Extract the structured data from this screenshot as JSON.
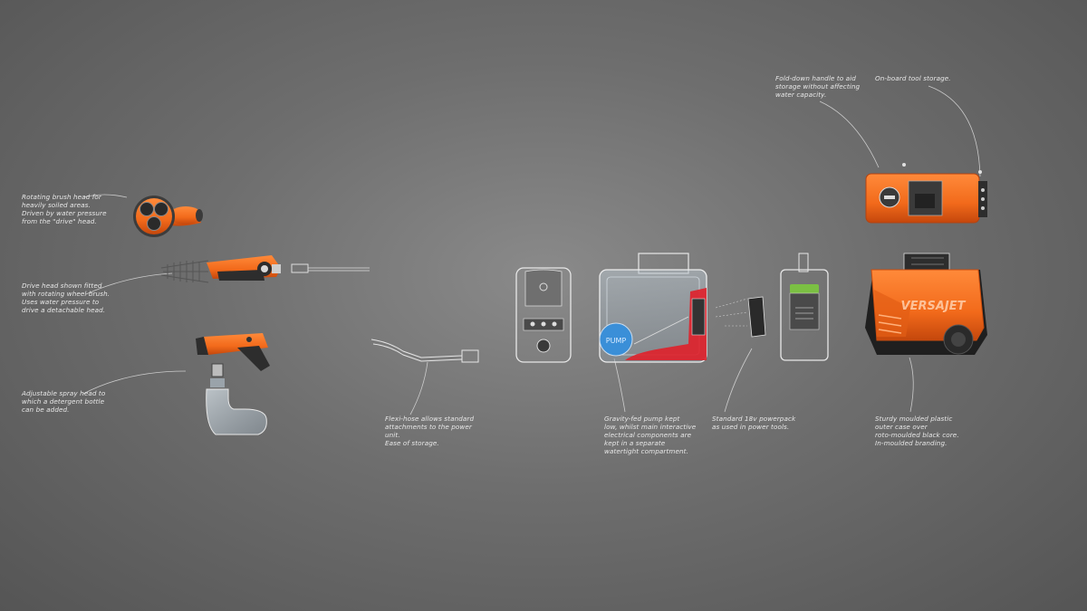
{
  "annotations": {
    "brush_head": "Rotating brush head for\nheavily soiled areas.\nDriven by water pressure\nfrom the \"drive\" head.",
    "drive_head": "Drive head shown fitted\nwith rotating wheel brush.\nUses water pressure to\ndrive a detachable head.",
    "spray_head": "Adjustable spray head to\nwhich a detergent bottle\ncan be added.",
    "flexi_hose": "Flexi-hose allows standard\nattachments to the power\nunit.\nEase of storage.",
    "pump": "Gravity-fed pump kept\nlow, whilst main interactive\nelectrical components are\nkept in a separate\nwatertight compartment.",
    "powerpack": "Standard 18v powerpack\nas used in power tools.",
    "outer_case": "Sturdy moulded plastic\nouter case over\nroto-moulded black core.\nIn-moulded branding.",
    "handle": "Fold-down handle to aid\nstorage without affecting\nwater capacity.",
    "tool_storage": "On-board tool storage."
  },
  "labels": {
    "pump_label": "PUMP",
    "brand_name": "VERSAJET"
  },
  "colors": {
    "accent_orange": "#f26a1b",
    "dark_core": "#2a2a2a",
    "battery_green": "#7bc043",
    "pump_blue": "#3a8fd8",
    "warning_red": "#e0202a"
  }
}
